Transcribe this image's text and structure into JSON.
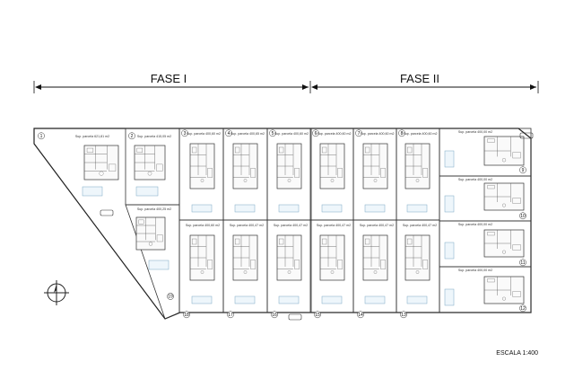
{
  "phases": {
    "fase_1": "FASE I",
    "fase_2": "FASE II"
  },
  "scale_label": "ESCALA  1:400",
  "lots": [
    {
      "id": "1",
      "sup": "Sup. parcela 621,81 m2"
    },
    {
      "id": "2",
      "sup": "Sup. parcela 415,05 m2"
    },
    {
      "id": "3",
      "sup": "Sup. parcela 400,60 m2"
    },
    {
      "id": "4",
      "sup": "Sup. parcela 400,65 m2"
    },
    {
      "id": "5",
      "sup": "Sup. parcela 400,60 m2"
    },
    {
      "id": "6",
      "sup": "Sup. parcela 400,60 m2"
    },
    {
      "id": "7",
      "sup": "Sup. parcela 400,60 m2"
    },
    {
      "id": "8",
      "sup": "Sup. parcela 400,60 m2"
    },
    {
      "id": "9",
      "sup": "Sup. parcela 400,00 m2"
    },
    {
      "id": "10",
      "sup": "Sup. parcela 400,00 m2"
    },
    {
      "id": "11",
      "sup": "Sup. parcela 400,00 m2"
    },
    {
      "id": "12",
      "sup": "Sup. parcela 400,00 m2"
    },
    {
      "id": "13",
      "sup": "Sup. parcela 400,47 m2"
    },
    {
      "id": "14",
      "sup": "Sup. parcela 400,47 m2"
    },
    {
      "id": "15",
      "sup": "Sup. parcela 400,47 m2"
    },
    {
      "id": "16",
      "sup": "Sup. parcela 400,47 m2"
    },
    {
      "id": "17",
      "sup": "Sup. parcela 400,47 m2"
    },
    {
      "id": "18",
      "sup": "Sup. parcela 400,60 m2"
    },
    {
      "id": "19",
      "sup": "Sup. parcela 400,25 m2"
    }
  ]
}
